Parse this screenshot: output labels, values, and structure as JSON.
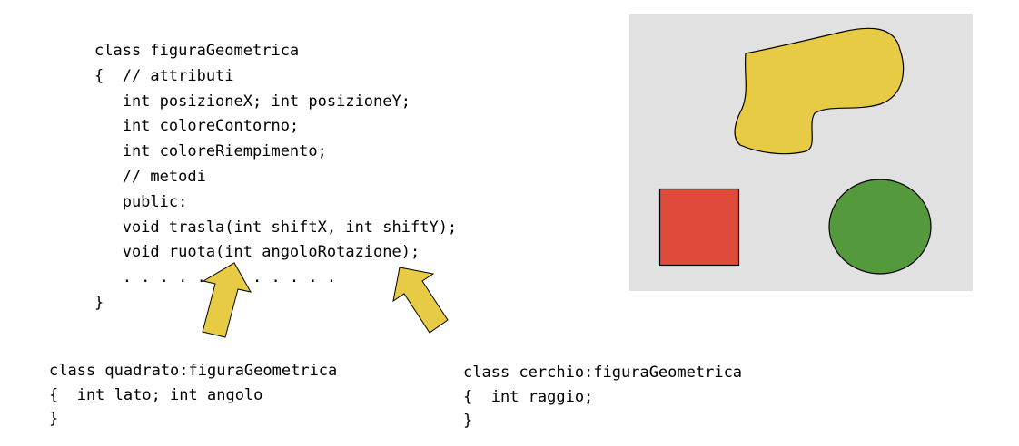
{
  "base_class": {
    "lines": [
      "class figuraGeometrica",
      "{  // attributi",
      "   int posizioneX; int posizioneY;",
      "   int coloreContorno;",
      "   int coloreRiempimento;",
      "   // metodi",
      "   public:",
      "   void trasla(int shiftX, int shiftY);",
      "   void ruota(int angoloRotazione);",
      "   . . . . . . . . . . . .",
      "}"
    ]
  },
  "derived_quadrato": {
    "lines": [
      "class quadrato:figuraGeometrica",
      "{  int lato; int angolo",
      "}"
    ]
  },
  "derived_cerchio": {
    "lines": [
      "class cerchio:figuraGeometrica",
      "{  int raggio;",
      "}"
    ]
  },
  "colors": {
    "panel_background": "#e1e1e1",
    "freeform_shape": "#e8cb45",
    "square": "#e04a3a",
    "circle": "#55993d",
    "arrow": "#e8cb45"
  }
}
